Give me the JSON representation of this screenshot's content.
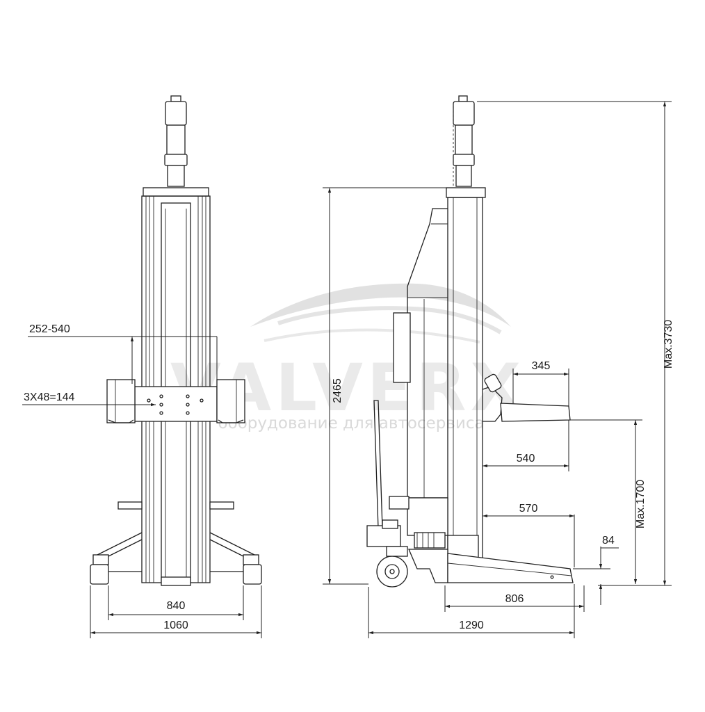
{
  "watermark": {
    "brand": "VALVERX",
    "tagline": "оборудование для автосервиса"
  },
  "front_view": {
    "dimensions": {
      "fork_width": "252-540",
      "holes": "3X48=144",
      "wheel_track": "840",
      "overall_width": "1060"
    }
  },
  "side_view": {
    "dimensions": {
      "column_height": "2465",
      "max_height": "Max.3730",
      "fork_length": "345",
      "fork_reach": "540",
      "max_lift": "Max.1700",
      "base_reach": "570",
      "min_height": "84",
      "base_length": "806",
      "overall_depth": "1290"
    }
  },
  "colors": {
    "line": "#1f1f1f",
    "watermark": "#d9d9d9",
    "background": "#ffffff"
  }
}
